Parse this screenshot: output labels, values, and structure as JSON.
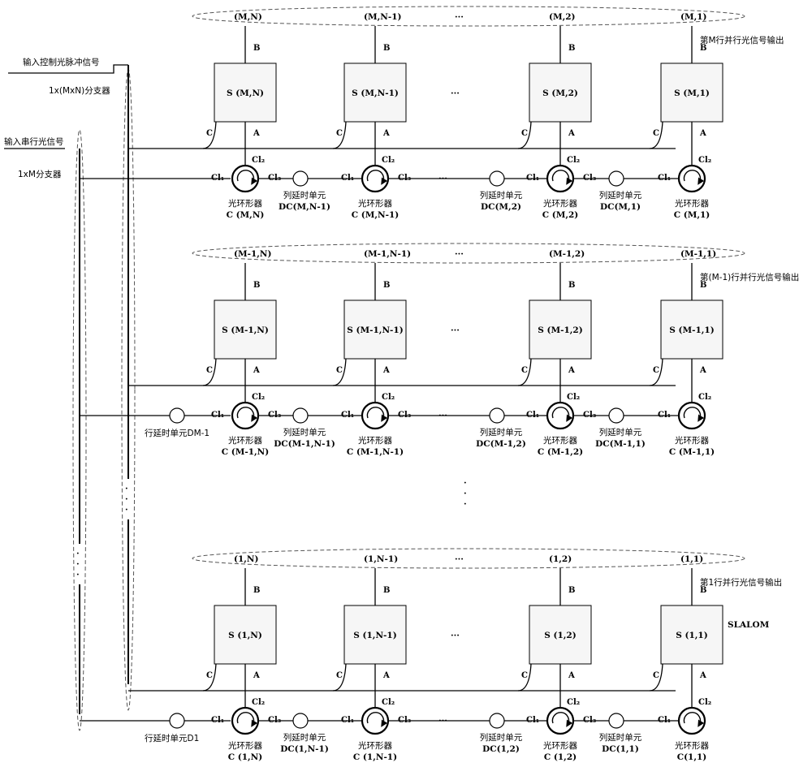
{
  "labels": {
    "control_input": "输入控制光脉冲信号",
    "control_splitter": "1x(MxN)分支器",
    "serial_input": "输入串行光信号",
    "row_splitter": "1xM分支器",
    "circulator": "光环形器",
    "col_delay": "列延时单元",
    "row_delay": "行延时单元",
    "slalom": "SLALOM",
    "port_a": "A",
    "port_b": "B",
    "port_c": "C",
    "ellipsis": "···",
    "vdots": "·\n·\n·"
  },
  "rows": [
    {
      "output_label": "第M行并行光信号输出",
      "row_delay_label": "",
      "cols": [
        {
          "out": "(M,N)",
          "switch": "S (M,N)",
          "circ": "C (M,N)",
          "delay": "DC(M,N-1)"
        },
        {
          "out": "(M,N-1)",
          "switch": "S (M,N-1)",
          "circ": "C (M,N-1)",
          "delay": "DC(M,2)"
        },
        {
          "out": "(M,2)",
          "switch": "S (M,2)",
          "circ": "C (M,2)",
          "delay": "DC(M,1)"
        },
        {
          "out": "(M,1)",
          "switch": "S (M,1)",
          "circ": "C (M,1)",
          "delay": ""
        }
      ]
    },
    {
      "output_label": "第(M-1)行并行光信号输出",
      "row_delay_label": "行延时单元DM-1",
      "cols": [
        {
          "out": "(M-1,N)",
          "switch": "S (M-1,N)",
          "circ": "C (M-1,N)",
          "delay": "DC(M-1,N-1)"
        },
        {
          "out": "(M-1,N-1)",
          "switch": "S (M-1,N-1)",
          "circ": "C (M-1,N-1)",
          "delay": "DC(M-1,2)"
        },
        {
          "out": "(M-1,2)",
          "switch": "S (M-1,2)",
          "circ": "C (M-1,2)",
          "delay": "DC(M-1,1)"
        },
        {
          "out": "(M-1,1)",
          "switch": "S (M-1,1)",
          "circ": "C (M-1,1)",
          "delay": ""
        }
      ]
    },
    {
      "output_label": "第1行并行光信号输出",
      "row_delay_label": "行延时单元D1",
      "cols": [
        {
          "out": "(1,N)",
          "switch": "S (1,N)",
          "circ": "C (1,N)",
          "delay": "DC(1,N-1)"
        },
        {
          "out": "(1,N-1)",
          "switch": "S (1,N-1)",
          "circ": "C (1,N-1)",
          "delay": "DC(1,2)"
        },
        {
          "out": "(1,2)",
          "switch": "S (1,2)",
          "circ": "C (1,2)",
          "delay": "DC(1,1)"
        },
        {
          "out": "(1,1)",
          "switch": "S (1,1)",
          "circ": "C(1,1)",
          "delay": ""
        }
      ]
    }
  ]
}
